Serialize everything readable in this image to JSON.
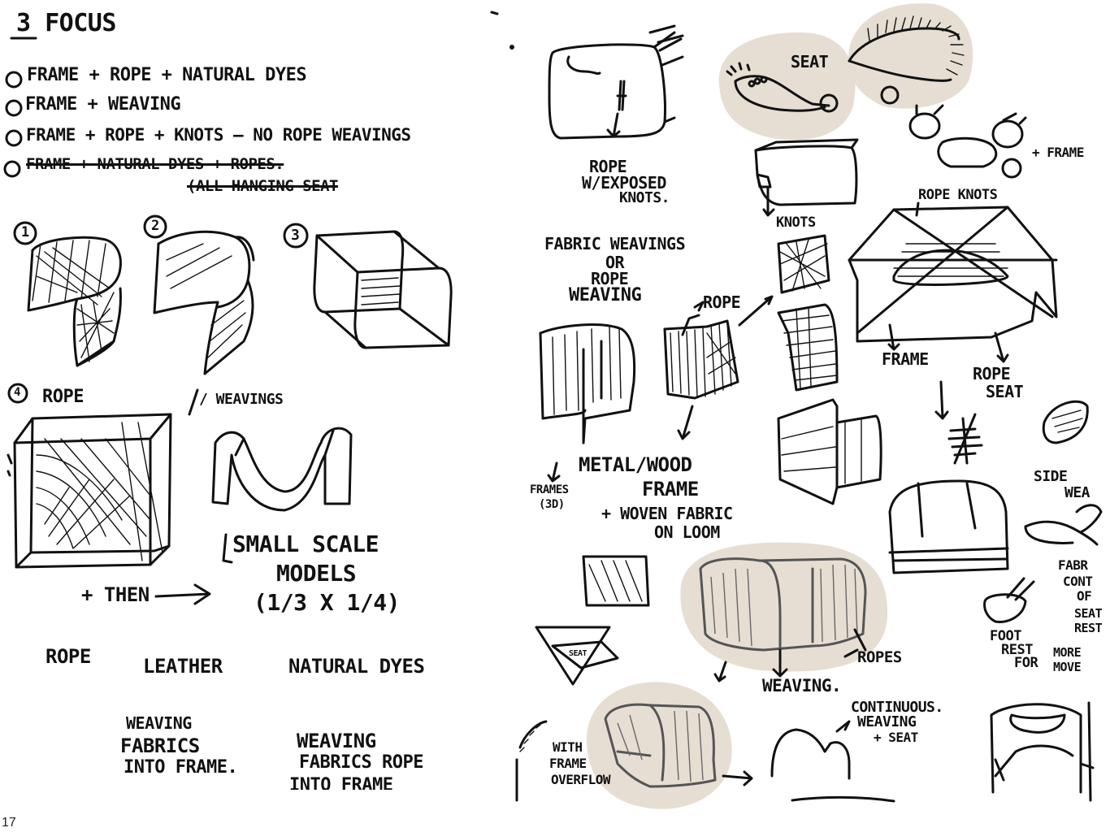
{
  "page": {
    "number": "17"
  },
  "left_page": {
    "heading": "3 FOCUS",
    "focus_list": [
      "FRAME + ROPE + NATURAL DYES",
      "FRAME + WEAVING",
      "FRAME + ROPE + KNOTS — NO ROPE WEAVINGS",
      "FRAME + NATURAL DYES + ROPES."
    ],
    "focus_sub": "(ALL HANGING SEAT",
    "numbers": [
      "1",
      "2",
      "3",
      "4"
    ],
    "labels": {
      "rope": "ROPE",
      "weavings": "/ WEAVINGS",
      "small_scale": "SMALL SCALE",
      "models": "MODELS",
      "scale": "(1/3 X 1/4)",
      "then": "+ THEN",
      "rope2": "ROPE",
      "leather": "LEATHER",
      "natural_dyes": "NATURAL DYES",
      "weaving_fabrics_1": "WEAVING",
      "weaving_fabrics_2": "FABRICS",
      "weaving_fabrics_3": "INTO FRAME.",
      "weaving_rope_1": "WEAVING",
      "weaving_rope_2": "FABRICS ROPE",
      "weaving_rope_3": "INTO FRAME"
    }
  },
  "right_page": {
    "labels": {
      "seat": "SEAT",
      "frame_right": "+ FRAME",
      "rope_exposed_1": "ROPE",
      "rope_exposed_2": "W/EXPOSED",
      "rope_exposed_3": "KNOTS.",
      "knots": "KNOTS",
      "rope_knots": "ROPE KNOTS",
      "fabric_weavings_1": "FABRIC WEAVINGS",
      "fabric_weavings_2": "OR",
      "fabric_weavings_3": "ROPE",
      "fabric_weavings_4": "WEAVING",
      "rope_arrow": "ROPE",
      "frame": "FRAME",
      "rope_seat_1": "ROPE",
      "rope_seat_2": "SEAT",
      "metal_wood": "METAL/WOOD",
      "metal_frame": "FRAME",
      "woven_fabric": "+ WOVEN FABRIC",
      "on_loom": "ON LOOM",
      "frames_3d_1": "FRAMES",
      "frames_3d_2": "(3D)",
      "side": "SIDE",
      "weave": "WEA",
      "seat_tag": "SEAT",
      "ropes": "ROPES",
      "weaving": "WEAVING.",
      "continuous_1": "CONTINUOUS.",
      "continuous_2": "WEAVING",
      "continuous_3": "+ SEAT",
      "foot_rest_1": "FOOT",
      "foot_rest_2": "REST",
      "foot_rest_3": "FOR",
      "fabric_cont_1": "FABR",
      "fabric_cont_2": "CONT",
      "fabric_cont_3": "OF",
      "seat_rest_1": "SEAT",
      "seat_rest_2": "REST",
      "more_move_1": "MORE",
      "more_move_2": "MOVE",
      "with_frame_1": "WITH",
      "with_frame_2": "FRAME",
      "with_frame_3": "OVERFLOW"
    }
  }
}
